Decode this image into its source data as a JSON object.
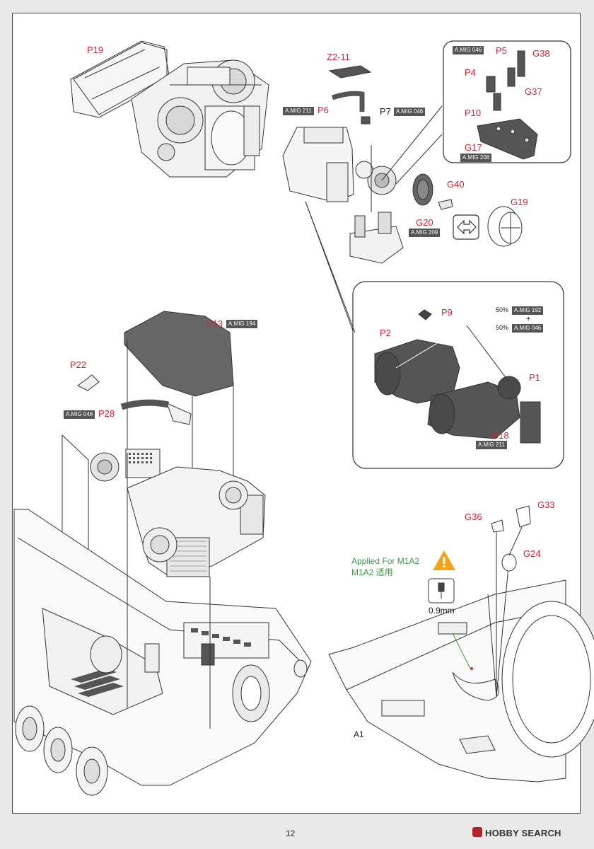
{
  "page": {
    "number": "12",
    "brand": "HOBBY SEARCH"
  },
  "parts": {
    "p19": "P19",
    "z2_11": "Z2-11",
    "p6": "P6",
    "p7": "P7",
    "p5": "P5",
    "g38": "G38",
    "p4": "P4",
    "g37": "G37",
    "p10": "P10",
    "g17": "G17",
    "g40": "G40",
    "g20": "G20",
    "g19": "G19",
    "p9": "P9",
    "p2": "P2",
    "p1": "P1",
    "g18": "G18",
    "p13": "P13",
    "p22": "P22",
    "p28": "P28",
    "g36": "G36",
    "g33": "G33",
    "g24": "G24",
    "a1": "A1"
  },
  "paints": {
    "p6": "A.MIG 211",
    "p7": "A.MIG 046",
    "p5": "A.MIG 046",
    "g17": "A.MIG 208",
    "g20": "A.MIG 209",
    "mix_a": "A.MIG 192",
    "mix_b": "A.MIG 046",
    "g18": "A.MIG 211",
    "p13": "A.MIG 194",
    "p28": "A.MIG 046"
  },
  "mix": {
    "pct_a": "50%",
    "pct_b": "50%",
    "plus": "+"
  },
  "notes": {
    "applied_en": "Applied For M1A2",
    "applied_cn": "M1A2 适用",
    "drill": "0.9mm"
  },
  "icons": {
    "warning": "warning-triangle-icon",
    "drill": "drill-icon",
    "flip": "flip-arrows-icon"
  }
}
